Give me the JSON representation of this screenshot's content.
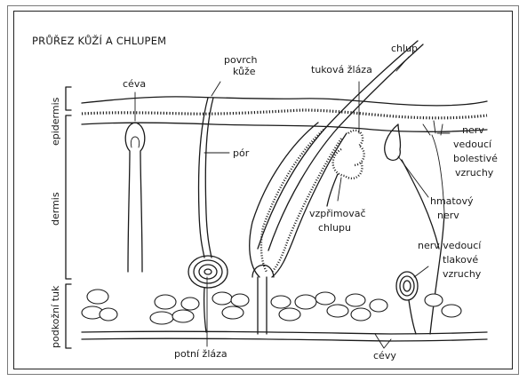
{
  "title": "PRŮŘEZ KŮŽÍ A CHLUPEM",
  "layers": {
    "epidermis": "epidermis",
    "dermis": "dermis",
    "fat": "podkožní tuk"
  },
  "labels": {
    "ceva": "céva",
    "povrch_line1": "povrch",
    "povrch_line2": "kůže",
    "tukova_zlaza": "tuková žláza",
    "chlup": "chlup",
    "por": "pór",
    "nerv_bolest_1": "nerv",
    "nerv_bolest_2": "vedoucí",
    "nerv_bolest_3": "bolestivé",
    "nerv_bolest_4": "vzruchy",
    "hmatovy_1": "hmatový",
    "hmatovy_2": "nerv",
    "vzprimovac_1": "vzpřimovač",
    "vzprimovac_2": "chlupu",
    "nerv_tlak_1": "nerv vedoucí",
    "nerv_tlak_2": "tlakové",
    "nerv_tlak_3": "vzruchy",
    "potni_zlaza": "potní žláza",
    "cevy": "cévy"
  }
}
